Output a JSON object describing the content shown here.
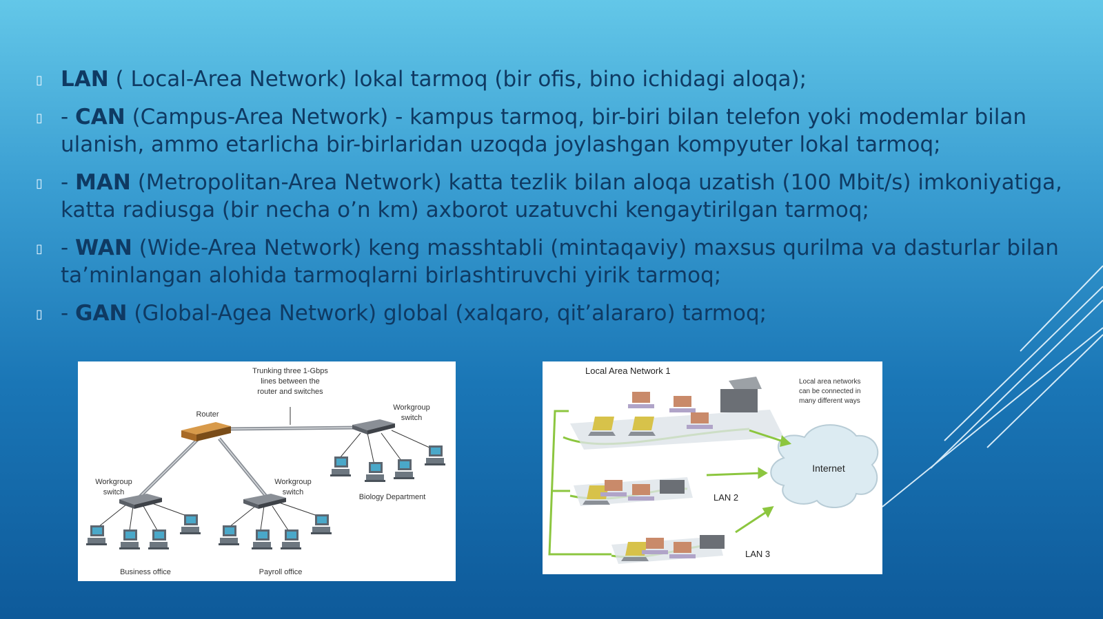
{
  "bullets": [
    {
      "prefix": "",
      "term": "LAN",
      "text": " ( Local-Area Network) lokal tarmoq (bir ofis, bino ichidagi aloqa);"
    },
    {
      "prefix": "- ",
      "term": "CAN",
      "text": " (Campus-Area Network) - kampus tarmoq, bir-biri bilan telefon yoki modemlar bilan ulanish, ammo etarlicha bir-birlaridan uzoqda joylashgan kompyuter lokal tarmoq;"
    },
    {
      "prefix": "- ",
      "term": "MAN",
      "text": " (Metropolitan-Area Network) katta tezlik bilan aloqa uzatish (100 Mbit/s) imkoniyatiga, katta radiusga (bir necha o’n km) axborot uzatuvchi kengaytirilgan tarmoq;"
    },
    {
      "prefix": "- ",
      "term": "WAN",
      "text": " (Wide-Area Network) keng masshtabli (mintaqaviy) maxsus qurilma va dasturlar bilan ta’minlangan alohida tarmoqlarni birlashtiruvchi yirik tarmoq;"
    },
    {
      "prefix": "- ",
      "term": "GAN",
      "text": " (Global-Agea Network) global (xalqaro, qit’alararo) tarmoq;"
    }
  ],
  "diagram1": {
    "trunk_label": [
      "Trunking three 1-Gbps",
      "lines between the",
      "router and switches"
    ],
    "router": "Router",
    "workgroup_switch": [
      "Workgroup",
      "switch"
    ],
    "biology": "Biology Department",
    "business": "Business office",
    "payroll": "Payroll office"
  },
  "diagram2": {
    "title": "Local Area Network 1",
    "note": [
      "Local area networks",
      "can be connected in",
      "many different ways"
    ],
    "internet": "Internet",
    "lan2": "LAN 2",
    "lan3": "LAN 3"
  },
  "colors": {
    "accent_green": "#8cc63f",
    "text_dark": "#0f3a63"
  }
}
